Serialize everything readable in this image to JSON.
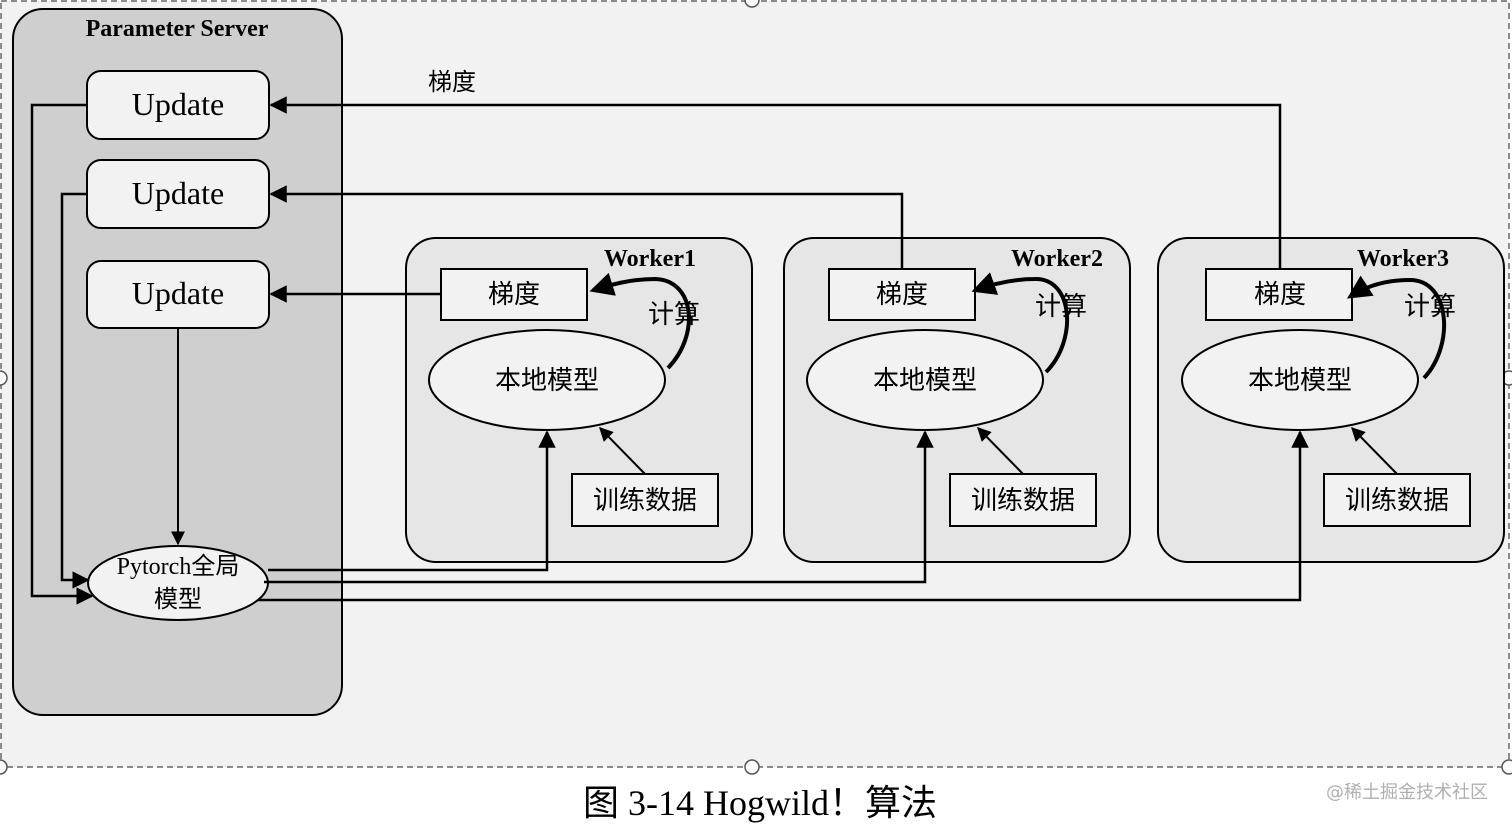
{
  "parameter_server": {
    "title": "Parameter Server",
    "updates": [
      "Update",
      "Update",
      "Update"
    ],
    "global_model": {
      "line1": "Pytorch全局",
      "line2": "模型"
    }
  },
  "top_gradient_label": "梯度",
  "workers": [
    {
      "name": "Worker1",
      "gradient": "梯度",
      "compute": "计算",
      "local_model": "本地模型",
      "training_data": "训练数据"
    },
    {
      "name": "Worker2",
      "gradient": "梯度",
      "compute": "计算",
      "local_model": "本地模型",
      "training_data": "训练数据"
    },
    {
      "name": "Worker3",
      "gradient": "梯度",
      "compute": "计算",
      "local_model": "本地模型",
      "training_data": "训练数据"
    }
  ],
  "caption": "图 3-14 Hogwild！算法",
  "watermark": "@稀土掘金技术社区",
  "colors": {
    "canvas_bg": "#f2f2f2",
    "server_bg": "#cfcfcf",
    "worker_bg": "#e6e6e6",
    "stroke": "#000000"
  }
}
